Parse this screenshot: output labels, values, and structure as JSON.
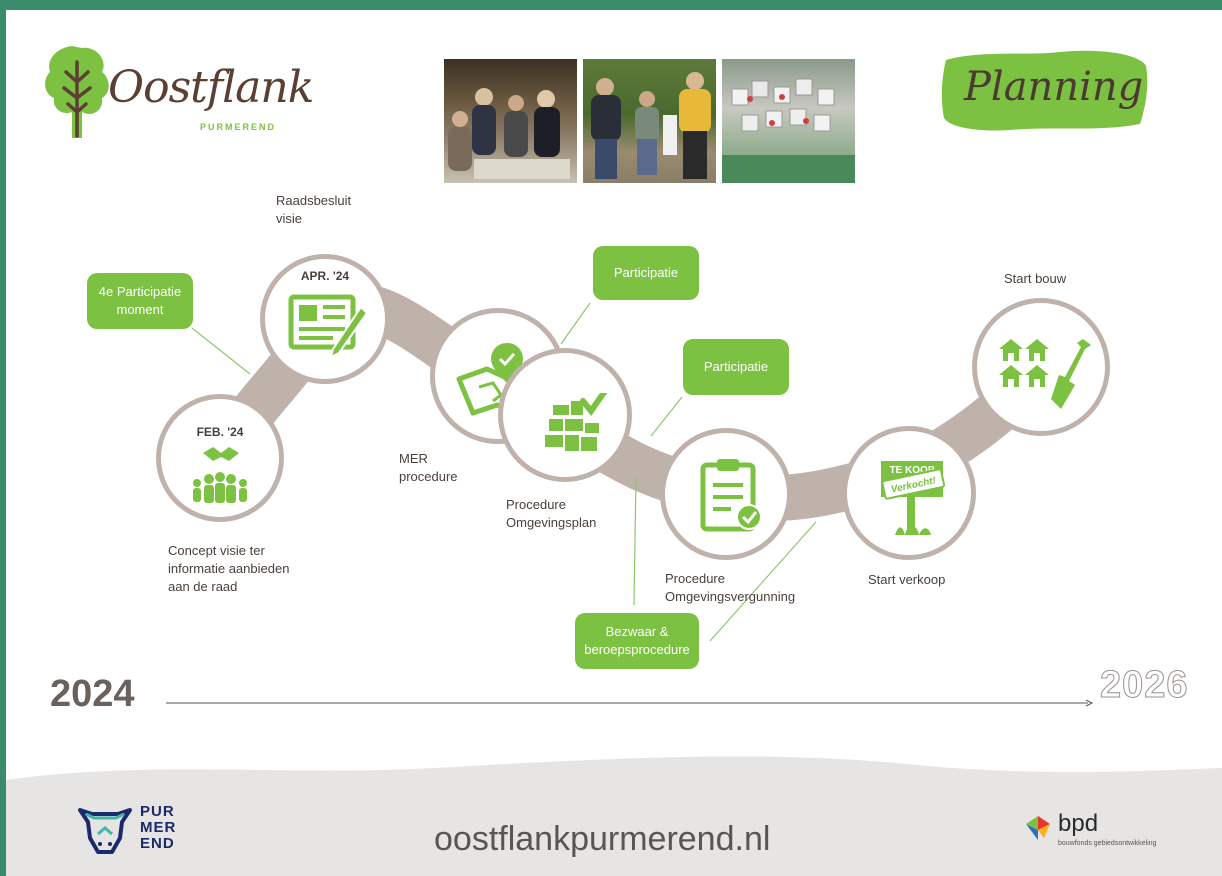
{
  "brand": {
    "name": "Oostflank",
    "sub": "PURMEREND"
  },
  "heading": "Planning",
  "timeline": {
    "start_year": "2024",
    "end_year": "2026",
    "milestones": [
      {
        "date": "FEB. '24",
        "label": "Concept visie ter\ninformatie aanbieden\naan de raad",
        "icon": "people-handshake-icon"
      },
      {
        "date": "APR. '24",
        "label": "Raadsbesluit\nvisie",
        "icon": "newspaper-pen-icon"
      },
      {
        "date": "",
        "label": "MER\nprocedure",
        "icon": "map-pin-icon"
      },
      {
        "date": "",
        "label": "Procedure\nOmgevingsplan",
        "icon": "plan-check-icon"
      },
      {
        "date": "",
        "label": "Procedure\nOmgevingsvergunning",
        "icon": "clipboard-check-icon"
      },
      {
        "date": "",
        "label": "Start verkoop",
        "icon": "for-sale-sign-icon"
      },
      {
        "date": "",
        "label": "Start bouw",
        "icon": "houses-shovel-icon"
      }
    ],
    "callouts": [
      {
        "label": "4e Participatie\nmoment"
      },
      {
        "label": "Participatie"
      },
      {
        "label": "Participatie"
      },
      {
        "label": "Bezwaar &\nberoepsprocedure"
      }
    ],
    "sign": {
      "top": "TE KOOP",
      "sticker": "Verkocht!"
    }
  },
  "footer": {
    "url": "oostflankpurmerend.nl",
    "left_logo": [
      "PUR",
      "MER",
      "END"
    ],
    "right_logo": {
      "name": "bpd",
      "sub": "bouwfonds gebiedsontwikkeling"
    }
  },
  "colors": {
    "green": "#7cc142",
    "brown": "#5a3f33",
    "connector": "#bfb2aa",
    "frame": "#3a8a6c"
  }
}
